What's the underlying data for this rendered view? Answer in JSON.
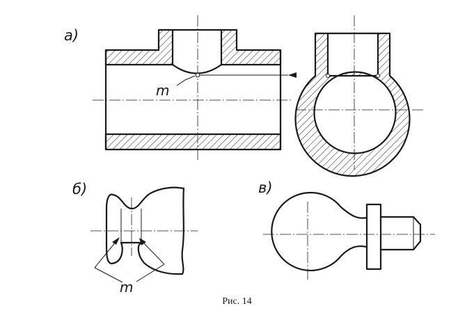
{
  "figure": {
    "caption": "Рис. 14",
    "panels": {
      "a": {
        "label": "а)",
        "point_label": "m"
      },
      "b": {
        "label": "б)",
        "point_label": "m"
      },
      "v": {
        "label": "в)"
      }
    }
  }
}
